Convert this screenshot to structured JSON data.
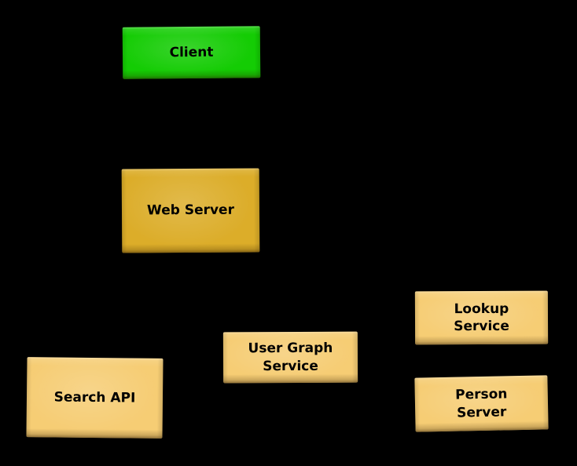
{
  "diagram": {
    "background_color": "#000000",
    "text_color": "#000000",
    "nodes": [
      {
        "id": "client",
        "label": "Client",
        "fill": "#14CC04"
      },
      {
        "id": "web-server",
        "label": "Web Server",
        "fill": "#DCAD29"
      },
      {
        "id": "search-api",
        "label": "Search API",
        "fill": "#F6CD74"
      },
      {
        "id": "user-graph-service",
        "label": "User Graph\nService",
        "fill": "#F6CD74"
      },
      {
        "id": "lookup-service",
        "label": "Lookup\nService",
        "fill": "#F6CD74"
      },
      {
        "id": "person-server",
        "label": "Person\nServer",
        "fill": "#F6CD74"
      }
    ]
  }
}
